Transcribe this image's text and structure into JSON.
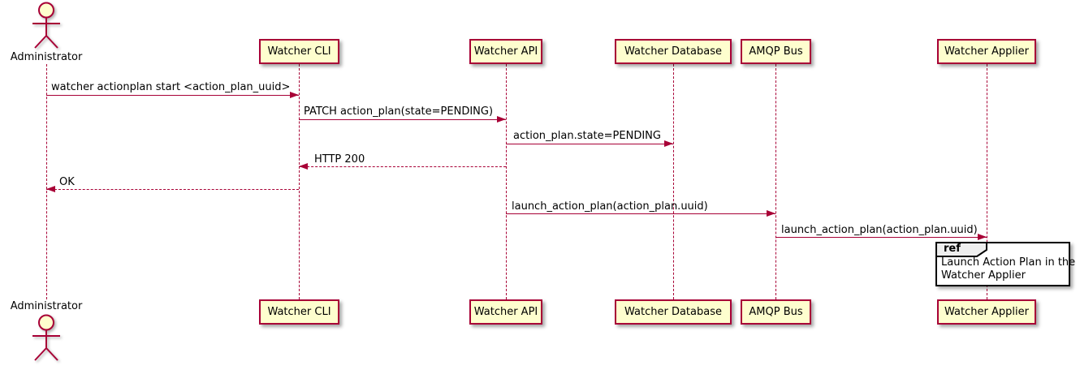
{
  "diagram": {
    "type": "uml-sequence",
    "actor": {
      "name": "Administrator"
    },
    "participants": [
      {
        "label": "Watcher CLI"
      },
      {
        "label": "Watcher API"
      },
      {
        "label": "Watcher Database"
      },
      {
        "label": "AMQP Bus"
      },
      {
        "label": "Watcher Applier"
      }
    ],
    "messages": [
      {
        "from": "Administrator",
        "to": "Watcher CLI",
        "text": "watcher actionplan start <action_plan_uuid>",
        "line": "solid",
        "direction": "right"
      },
      {
        "from": "Watcher CLI",
        "to": "Watcher API",
        "text": "PATCH action_plan(state=PENDING)",
        "line": "solid",
        "direction": "right"
      },
      {
        "from": "Watcher API",
        "to": "Watcher Database",
        "text": "action_plan.state=PENDING",
        "line": "solid",
        "direction": "right"
      },
      {
        "from": "Watcher API",
        "to": "Watcher CLI",
        "text": "HTTP 200",
        "line": "dashed",
        "direction": "left"
      },
      {
        "from": "Watcher CLI",
        "to": "Administrator",
        "text": "OK",
        "line": "dashed",
        "direction": "left"
      },
      {
        "from": "Watcher API",
        "to": "AMQP Bus",
        "text": "launch_action_plan(action_plan.uuid)",
        "line": "solid",
        "direction": "right"
      },
      {
        "from": "AMQP Bus",
        "to": "Watcher Applier",
        "text": "launch_action_plan(action_plan.uuid)",
        "line": "solid",
        "direction": "right"
      }
    ],
    "ref": {
      "keyword": "ref",
      "lines": [
        "Launch Action Plan in the",
        "Watcher Applier"
      ],
      "over": "Watcher Applier"
    },
    "colors": {
      "participant_fill": "#FEFECE",
      "stroke": "#A80036",
      "text": "#000000",
      "ref_border": "#000000",
      "ref_tab_fill": "#EEEEEE",
      "background": "#FFFFFF"
    }
  }
}
